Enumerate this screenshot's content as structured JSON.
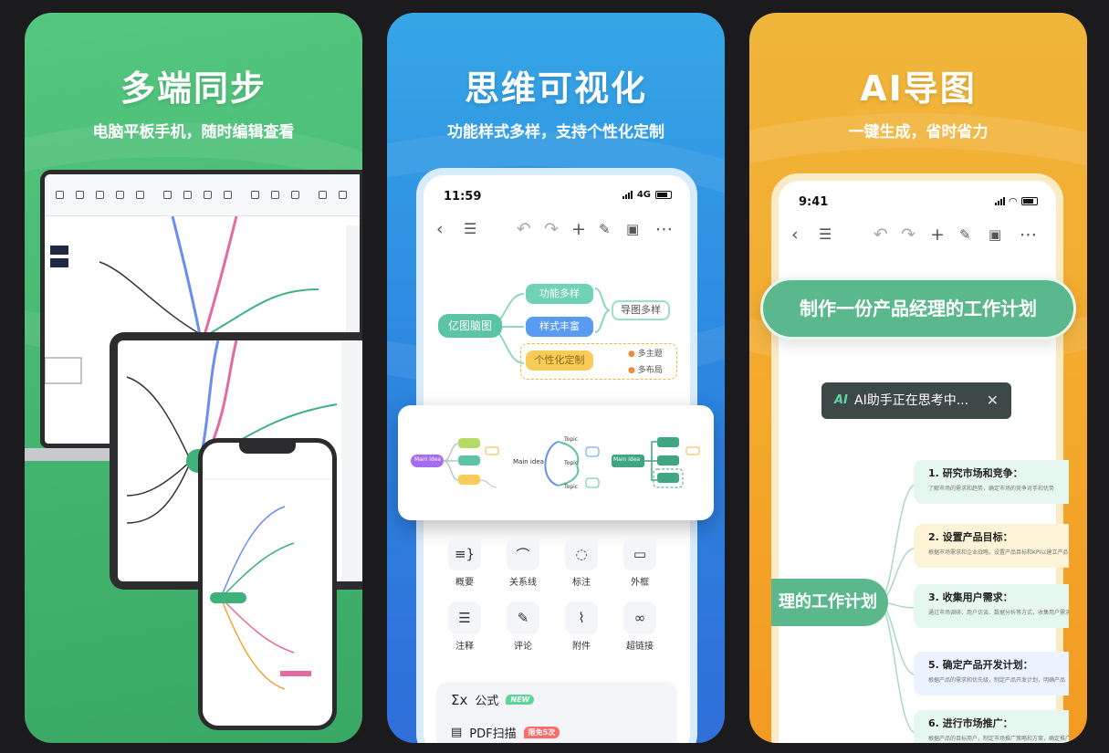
{
  "cards": [
    {
      "title": "多端同步",
      "subtitle": "电脑平板手机，随时编辑查看"
    },
    {
      "title": "思维可视化",
      "subtitle": "功能样式多样，支持个性化定制"
    },
    {
      "title": "AI导图",
      "subtitle": "一键生成，省时省力"
    }
  ],
  "colors": {
    "green": "#43b56e",
    "blue": "#2c83e0",
    "orange": "#f3a92b",
    "mint": "#5bb88d"
  },
  "card2": {
    "status": {
      "time": "11:59",
      "network": "4G"
    },
    "nav_icons": [
      "back-icon",
      "menu-icon",
      "undo-icon",
      "redo-icon",
      "add-icon",
      "brush-icon",
      "save-icon",
      "more-icon"
    ],
    "map": {
      "root": "亿图脑图",
      "child1": "功能多样",
      "child2": "样式丰富",
      "child3": "个性化定制",
      "summary": "导图多样",
      "tag1": "多主题",
      "tag2": "多布局"
    },
    "layouts": {
      "label1": "Main idea",
      "label2": "Main idea",
      "label3": "Main idea",
      "topic": "Topic"
    },
    "features": [
      {
        "label": "概要",
        "icon": "summary-icon"
      },
      {
        "label": "关系线",
        "icon": "relation-icon"
      },
      {
        "label": "标注",
        "icon": "callout-icon"
      },
      {
        "label": "外框",
        "icon": "boundary-icon"
      },
      {
        "label": "注释",
        "icon": "note-icon"
      },
      {
        "label": "评论",
        "icon": "comment-icon"
      },
      {
        "label": "附件",
        "icon": "attachment-icon"
      },
      {
        "label": "超链接",
        "icon": "link-icon"
      }
    ],
    "list": {
      "formula": "公式",
      "new_badge": "NEW",
      "pdf": "PDF扫描",
      "free_badge": "限免5次"
    }
  },
  "card3": {
    "status": {
      "time": "9:41"
    },
    "prompt": "制作一份产品经理的工作计划",
    "thinking": {
      "ai": "AI",
      "text": "AI助手正在思考中..."
    },
    "center": "理的工作计划",
    "branches": [
      {
        "title": "1. 研究市场和竞争：",
        "desc": "了解市场的需求和趋势，确定市场的竞争对手和优势",
        "color": "#e6f7f0"
      },
      {
        "title": "2. 设置产品目标：",
        "desc": "根据市场需求和企业战略，设置产品目标和KPI以建立产品",
        "color": "#fdf3d6"
      },
      {
        "title": "3. 收集用户需求：",
        "desc": "通过市场调研、用户访谈、数据分析等方式，收集用户需求",
        "color": "#e6f7f0"
      },
      {
        "title": "5. 确定产品开发计划：",
        "desc": "根据产品的需求和优先级，制定产品开发计划，明确产品",
        "color": "#eaf3ff"
      },
      {
        "title": "6. 进行市场推广：",
        "desc": "根据产品的目标用户，制定市场推广策略和方案，确定推广",
        "color": "#e6f7f0"
      }
    ]
  }
}
